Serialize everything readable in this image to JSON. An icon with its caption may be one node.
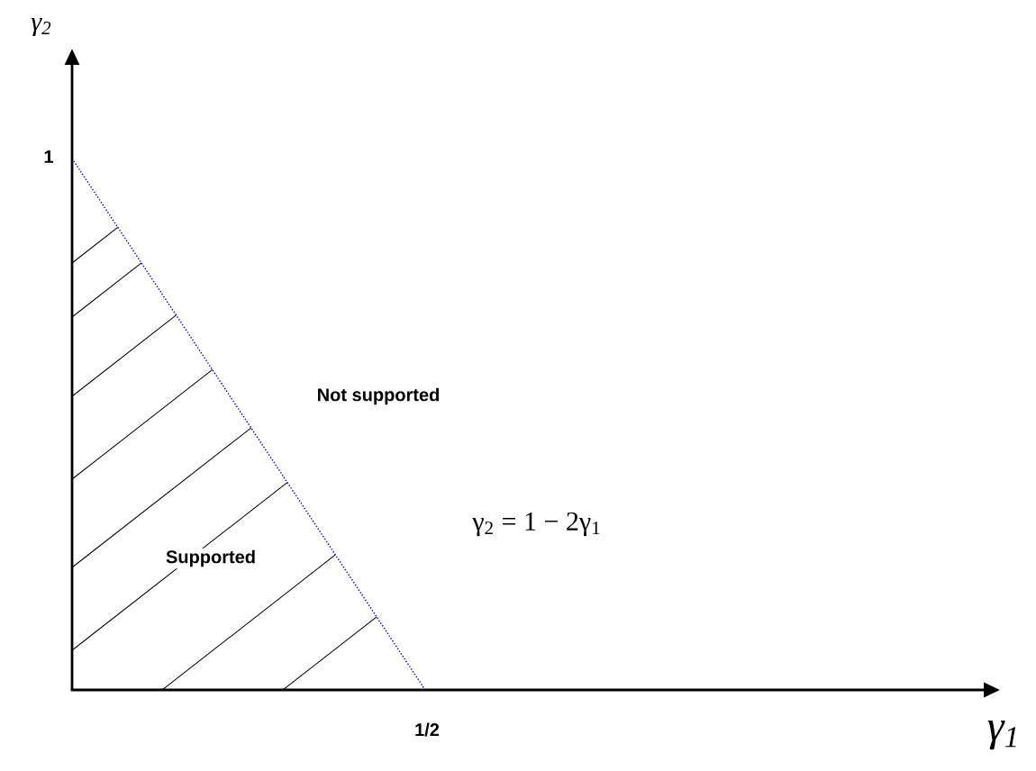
{
  "diagram": {
    "labels": [
      "γ$_{2}$",
      "1",
      "Not supported",
      "γ$_{2}$ = 1 − 2γ$_{1}$",
      "Supported",
      "1/2",
      "γ$_{1}$"
    ]
  }
}
